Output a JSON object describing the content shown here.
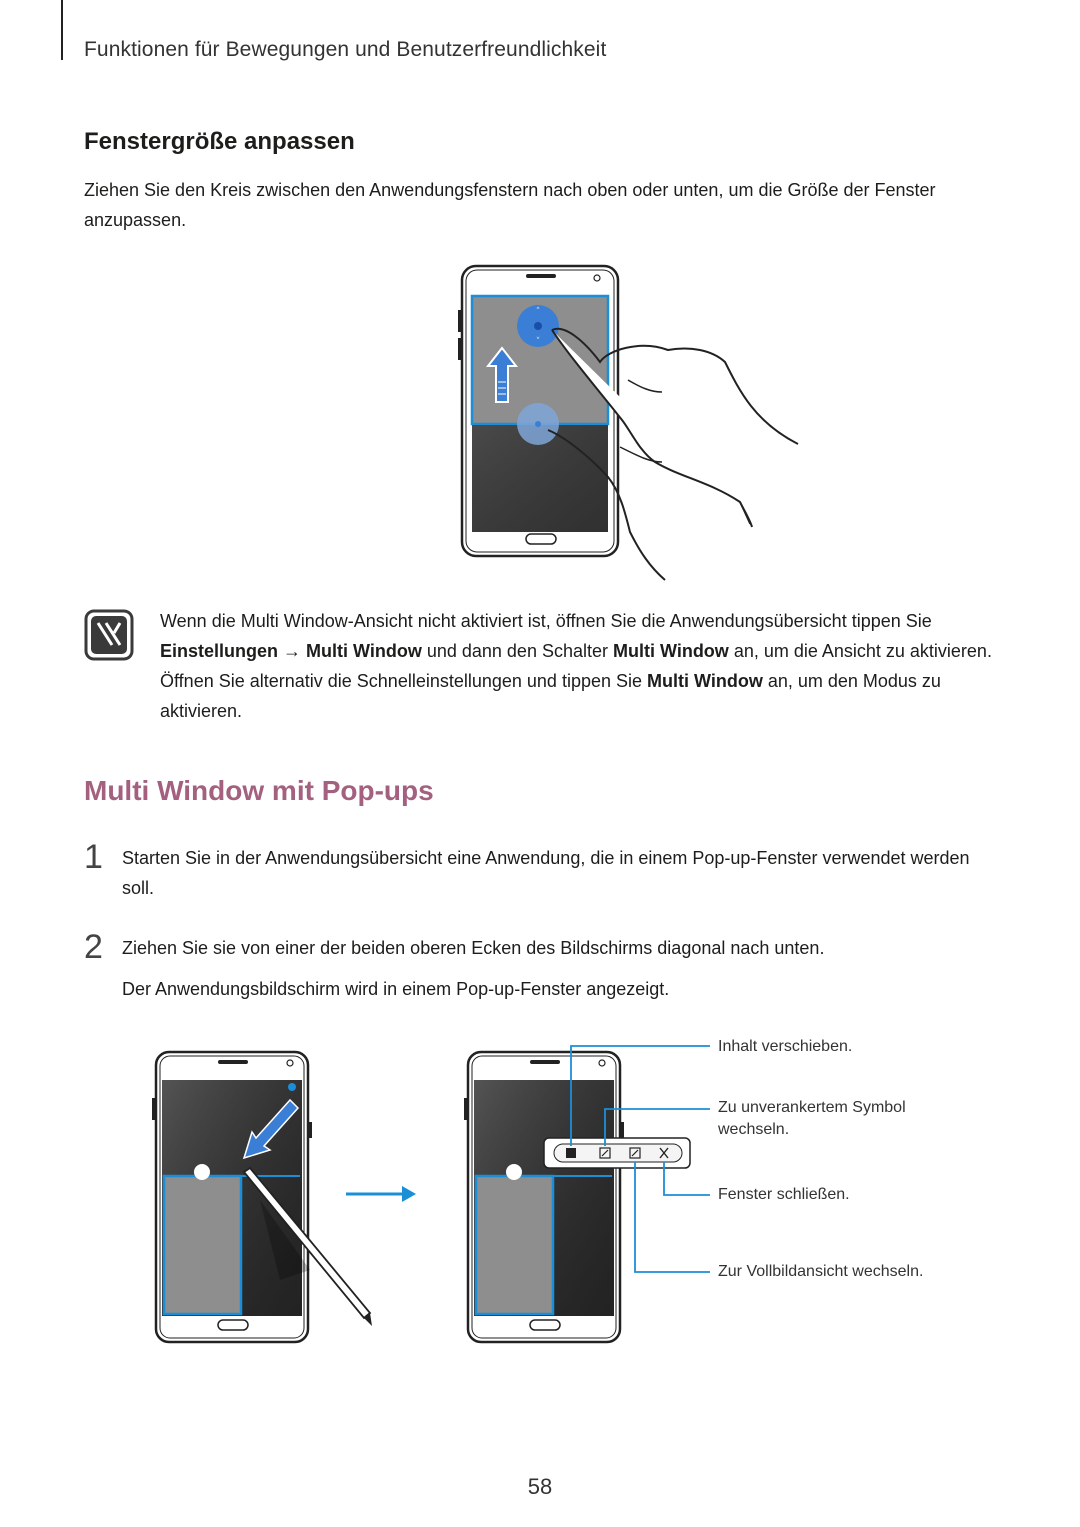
{
  "header": {
    "chapter_title": "Funktionen für Bewegungen und Benutzerfreundlichkeit"
  },
  "section1": {
    "title": "Fenstergröße anpassen",
    "body": "Ziehen Sie den Kreis zwischen den Anwendungsfenstern nach oben oder unten, um die Größe der Fenster anzupassen."
  },
  "note": {
    "icon": "note-pencil-icon",
    "t1": "Wenn die Multi Window-Ansicht nicht aktiviert ist, öffnen Sie die Anwendungsübersicht tippen Sie ",
    "b1": "Einstellungen",
    "t2": " → ",
    "b2": "Multi Window",
    "t3": " und dann den Schalter ",
    "b3": "Multi Window",
    "t4": " an, um die Ansicht zu aktivieren. Öffnen Sie alternativ die Schnelleinstellungen und tippen Sie ",
    "b4": "Multi Window",
    "t5": " an, um den Modus zu aktivieren."
  },
  "section2": {
    "title": "Multi Window mit Pop-ups",
    "steps": [
      {
        "num": "1",
        "text": "Starten Sie in der Anwendungsübersicht eine Anwendung, die in einem Pop-up-Fenster verwendet werden soll."
      },
      {
        "num": "2",
        "text": "Ziehen Sie sie von einer der beiden oberen Ecken des Bildschirms diagonal nach unten.",
        "sub": "Der Anwendungsbildschirm wird in einem Pop-up-Fenster angezeigt."
      }
    ]
  },
  "callouts": {
    "move": "Inhalt verschieben.",
    "icon": "Zu unverankertem Symbol wechseln.",
    "close": "Fenster schließen.",
    "fullscreen": "Zur Vollbildansicht wechseln."
  },
  "colors": {
    "accent_title": "#a4607f",
    "highlight_blue": "#1a8fd8",
    "handle_blue": "#3a7fd5"
  },
  "page_number": "58"
}
